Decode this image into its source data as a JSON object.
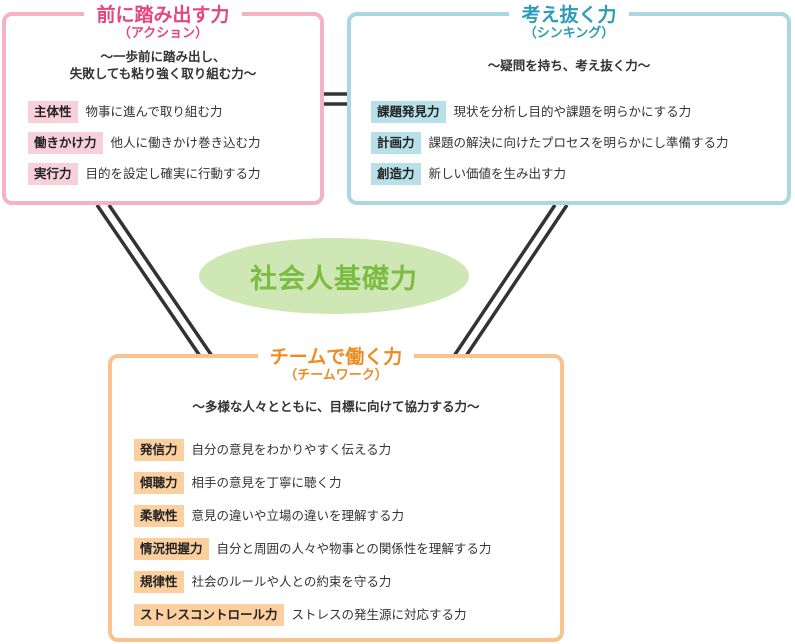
{
  "colors": {
    "action": "#e4477a",
    "action_border": "#f3b3c5",
    "thinking": "#2d9cb8",
    "thinking_border": "#a9d8e2",
    "team": "#ee8a1f",
    "team_border": "#f8c38e",
    "center": "#7bbd43",
    "center_fill": "#cfe6b5",
    "connector": "#333333"
  },
  "center": {
    "label": "社会人基礎力"
  },
  "action": {
    "title": "前に踏み出す力",
    "subtitle": "（アクション）",
    "tagline_1": "〜一歩前に踏み出し、",
    "tagline_2": "失敗しても粘り強く取り組む力〜",
    "skills": [
      {
        "name": "主体性",
        "desc": "物事に進んで取り組む力"
      },
      {
        "name": "働きかけ力",
        "desc": "他人に働きかけ巻き込む力"
      },
      {
        "name": "実行力",
        "desc": "目的を設定し確実に行動する力"
      }
    ]
  },
  "thinking": {
    "title": "考え抜く力",
    "subtitle": "（シンキング）",
    "tagline": "〜疑問を持ち、考え抜く力〜",
    "skills": [
      {
        "name": "課題発見力",
        "desc": "現状を分析し目的や課題を明らかにする力"
      },
      {
        "name": "計画力",
        "desc": "課題の解決に向けたプロセスを明らかにし準備する力"
      },
      {
        "name": "創造力",
        "desc": "新しい価値を生み出す力"
      }
    ]
  },
  "team": {
    "title": "チームで働く力",
    "subtitle": "（チームワーク）",
    "tagline": "〜多様な人々とともに、目標に向けて協力する力〜",
    "skills": [
      {
        "name": "発信力",
        "desc": "自分の意見をわかりやすく伝える力"
      },
      {
        "name": "傾聴力",
        "desc": "相手の意見を丁寧に聴く力"
      },
      {
        "name": "柔軟性",
        "desc": "意見の違いや立場の違いを理解する力"
      },
      {
        "name": "情況把握力",
        "desc": "自分と周囲の人々や物事との関係性を理解する力"
      },
      {
        "name": "規律性",
        "desc": "社会のルールや人との約束を守る力"
      },
      {
        "name": "ストレスコントロール力",
        "desc": "ストレスの発生源に対応する力"
      }
    ]
  }
}
